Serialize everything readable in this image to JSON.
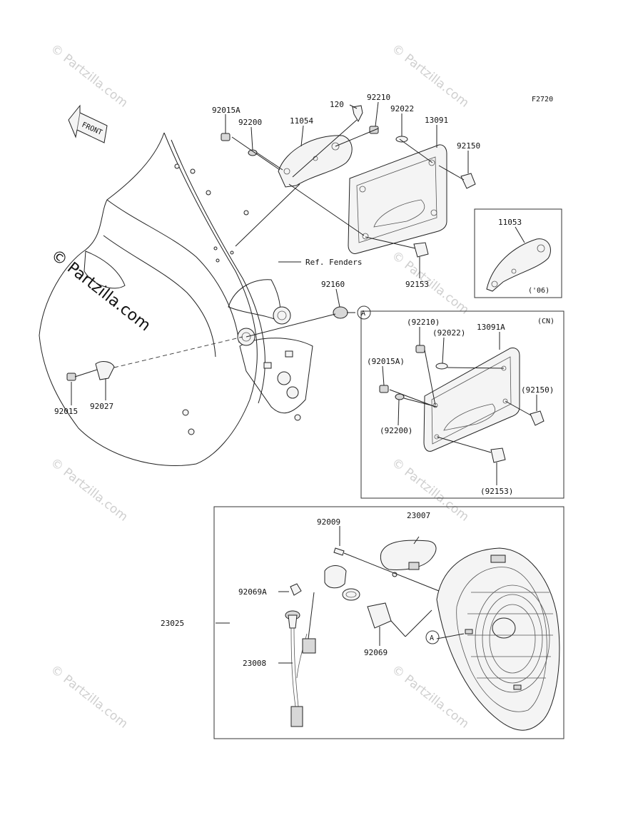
{
  "figure_code": "F2720",
  "front_label": "FRONT",
  "ref_label": "Ref. Fenders",
  "watermark_small": "© Partzilla.com",
  "watermark_big": "© Partzilla.com",
  "callout_a": "A",
  "cn_tag": "(CN)",
  "year_tag": "('06)",
  "parts": {
    "p92015A": "92015A",
    "p92200": "92200",
    "p11054": "11054",
    "p120": "120",
    "p92210": "92210",
    "p92022": "92022",
    "p13091": "13091",
    "p92150": "92150",
    "p92153": "92153",
    "p11053": "11053",
    "p92160": "92160",
    "p92015": "92015",
    "p92027": "92027",
    "cn_92210": "(92210)",
    "cn_92022": "(92022)",
    "cn_13091A": "13091A",
    "cn_92015A": "(92015A)",
    "cn_92150": "(92150)",
    "cn_92200": "(92200)",
    "cn_92153": "(92153)",
    "p92009": "92009",
    "p23007": "23007",
    "p92069A": "92069A",
    "p23025": "23025",
    "p92069": "92069",
    "p23008": "23008"
  }
}
